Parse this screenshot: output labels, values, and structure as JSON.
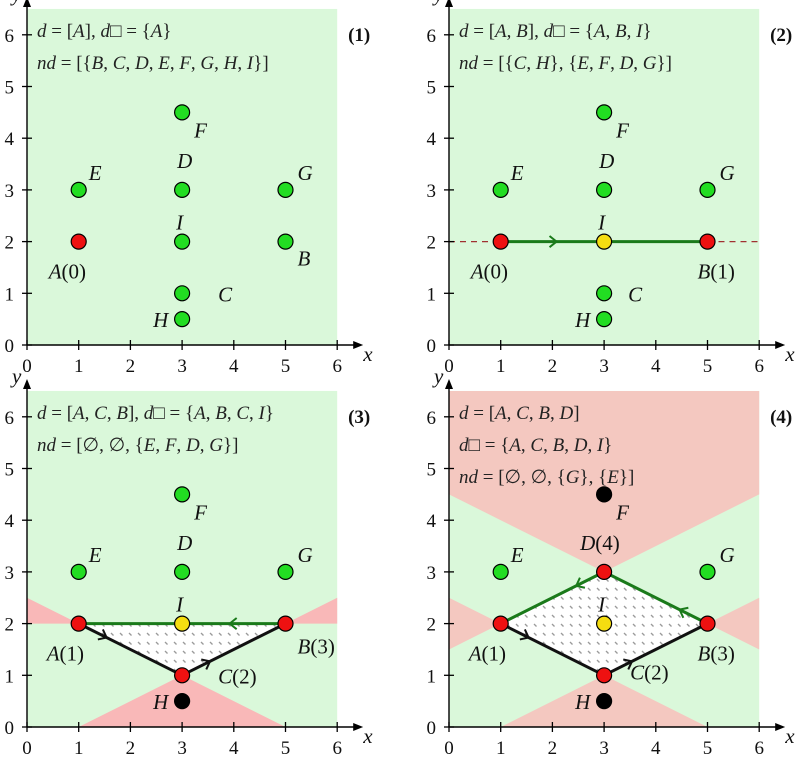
{
  "chart_data": {
    "type": "scatter",
    "title": "",
    "xlabel": "x",
    "ylabel": "y",
    "xlim": [
      0,
      6
    ],
    "ylim": [
      0,
      6
    ],
    "x_ticks": [
      "0",
      "1",
      "2",
      "3",
      "4",
      "5",
      "6"
    ],
    "y_ticks": [
      "0",
      "1",
      "2",
      "3",
      "4",
      "5",
      "6"
    ],
    "points": {
      "A": [
        1,
        2
      ],
      "B": [
        5,
        2
      ],
      "C": [
        3,
        1
      ],
      "D": [
        3,
        3
      ],
      "E": [
        1,
        3
      ],
      "F": [
        3,
        4.5
      ],
      "G": [
        5,
        3
      ],
      "H": [
        3,
        0.5
      ],
      "I": [
        3,
        2
      ]
    },
    "colors": {
      "green_region": "#daf8da",
      "red_region_3": "#f9b8b8",
      "red_region_4": "#f4c8c0",
      "point_green": "#22dd22",
      "point_red": "#ee1111",
      "point_yellow": "#f5dd11",
      "point_black": "#000000",
      "path_green": "#1a7a1a",
      "path_black": "#111111",
      "dashed_line": "#a03030"
    },
    "panels": [
      {
        "id": "(1)",
        "eq_lines": [
          "d = [A],  d□ = {A}",
          "n_d = [{B, C, D, E, F, G, H, I}]"
        ],
        "points": [
          {
            "name": "A",
            "label": "A(0)",
            "color": "red"
          },
          {
            "name": "B",
            "label": "B",
            "color": "green"
          },
          {
            "name": "C",
            "label": "C",
            "color": "green"
          },
          {
            "name": "D",
            "label": "D",
            "color": "green"
          },
          {
            "name": "E",
            "label": "E",
            "color": "green"
          },
          {
            "name": "F",
            "label": "F",
            "color": "green"
          },
          {
            "name": "G",
            "label": "G",
            "color": "green"
          },
          {
            "name": "H",
            "label": "H",
            "color": "green"
          },
          {
            "name": "I",
            "label": "I",
            "color": "green"
          }
        ]
      },
      {
        "id": "(2)",
        "eq_lines": [
          "d = [A, B],  d□ = {A, B, I}",
          "n_d = [{C, H}, {E, F, D, G}]"
        ],
        "points": [
          {
            "name": "A",
            "label": "A(0)",
            "color": "red"
          },
          {
            "name": "B",
            "label": "B(1)",
            "color": "red"
          },
          {
            "name": "C",
            "label": "C",
            "color": "green"
          },
          {
            "name": "D",
            "label": "D",
            "color": "green"
          },
          {
            "name": "E",
            "label": "E",
            "color": "green"
          },
          {
            "name": "F",
            "label": "F",
            "color": "green"
          },
          {
            "name": "G",
            "label": "G",
            "color": "green"
          },
          {
            "name": "H",
            "label": "H",
            "color": "green"
          },
          {
            "name": "I",
            "label": "I",
            "color": "yellow"
          }
        ],
        "paths": [
          {
            "from": "A",
            "to": "B",
            "color": "green"
          }
        ]
      },
      {
        "id": "(3)",
        "eq_lines": [
          "d = [A, C, B],  d□ = {A, B, C, I}",
          "n_d = [∅, ∅, {E, F, D, G}]"
        ],
        "points": [
          {
            "name": "A",
            "label": "A(1)",
            "color": "red"
          },
          {
            "name": "B",
            "label": "B(3)",
            "color": "red"
          },
          {
            "name": "C",
            "label": "C(2)",
            "color": "red"
          },
          {
            "name": "D",
            "label": "D",
            "color": "green"
          },
          {
            "name": "E",
            "label": "E",
            "color": "green"
          },
          {
            "name": "F",
            "label": "F",
            "color": "green"
          },
          {
            "name": "G",
            "label": "G",
            "color": "green"
          },
          {
            "name": "H",
            "label": "H",
            "color": "black"
          },
          {
            "name": "I",
            "label": "I",
            "color": "yellow"
          }
        ],
        "paths": [
          {
            "from": "A",
            "to": "C",
            "color": "black"
          },
          {
            "from": "C",
            "to": "B",
            "color": "black"
          },
          {
            "from": "B",
            "to": "A",
            "color": "green"
          }
        ]
      },
      {
        "id": "(4)",
        "eq_lines": [
          "d = [A, C, B, D]",
          "d□ = {A, C, B, D, I}",
          "n_d = [∅, ∅, {G}, {E}]"
        ],
        "points": [
          {
            "name": "A",
            "label": "A(1)",
            "color": "red"
          },
          {
            "name": "B",
            "label": "B(3)",
            "color": "red"
          },
          {
            "name": "C",
            "label": "C(2)",
            "color": "red"
          },
          {
            "name": "D",
            "label": "D(4)",
            "color": "red"
          },
          {
            "name": "E",
            "label": "E",
            "color": "green"
          },
          {
            "name": "F",
            "label": "F",
            "color": "black"
          },
          {
            "name": "G",
            "label": "G",
            "color": "green"
          },
          {
            "name": "H",
            "label": "H",
            "color": "black"
          },
          {
            "name": "I",
            "label": "I",
            "color": "yellow"
          }
        ],
        "paths": [
          {
            "from": "A",
            "to": "C",
            "color": "black"
          },
          {
            "from": "C",
            "to": "B",
            "color": "black"
          },
          {
            "from": "B",
            "to": "D",
            "color": "green"
          },
          {
            "from": "D",
            "to": "A",
            "color": "green"
          }
        ]
      }
    ]
  }
}
